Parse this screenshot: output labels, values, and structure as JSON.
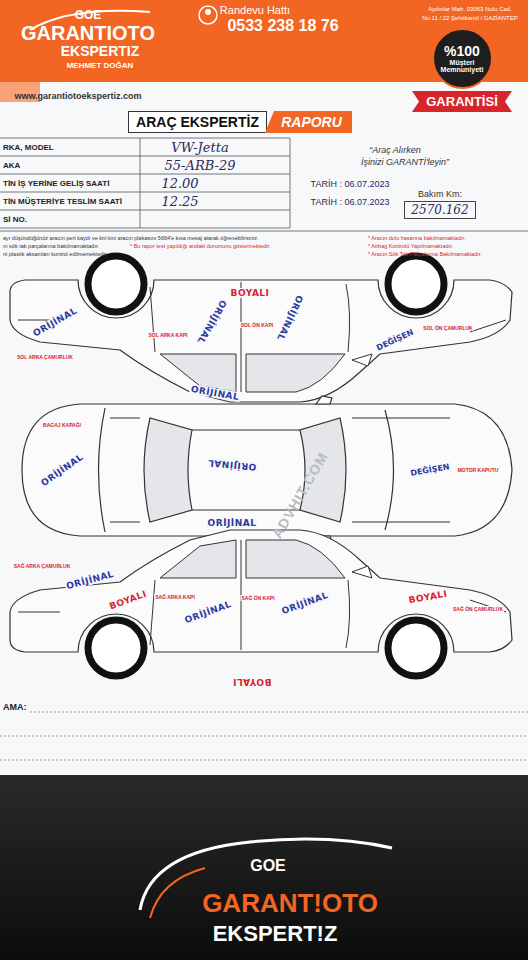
{
  "diagram": {
    "nodes": [
      {
        "text": [
          "%100",
          "Müşteri Memnuniyeti"
        ]
      },
      {
        "text": [
          "GARANTİSİ"
        ]
      },
      {
        "text": [
          "ARAÇ EKSPERTİZ"
        ]
      },
      {
        "text": [
          "RAPORU"
        ]
      },
      {
        "text": [
          "Bakım Km:",
          "2570.162"
        ]
      }
    ],
    "labels": [
      "GOE",
      "GARANTIOTO",
      "EKSPERTIZ",
      "MEHMET DOĞAN",
      "Randevu Hattı",
      "0533 238 18 76",
      "Aydınlar Mah. 03063 Nolu Cad.",
      "No:11 / 22 Şehitkamil / GAZİANTEP",
      "www.garantiotoekspertiz.com",
      "“Araç Alırken",
      "İşinizi GARANTİ'leyin”",
      "RKA, MODEL",
      "AKA",
      "TİN İŞ YERİNE GELİŞ SAATİ",
      "TİN MÜŞTERİYE TESLİM SAATİ",
      "Sİ NO.",
      "VW-Jetta",
      "55-ARB-29",
      "12.00",
      "12.25",
      "TARİH : 06.07.2023",
      "TARİH : 06.07.2023",
      "ayı düşündüğünüz aracın pert kaydı ve km'sini aracın plakasını 5664'e kısa mesaj atarak öğrenebilirsiniz.",
      "* Aracın dolu hasarına bakılmamaktadır.",
      "ın sök tak parçalarına bakılmamaktadır.",
      "* Bu rapor test yapıldığı andaki durumunu göstermektedir.",
      "* Airbag Kontrolü Yapılmamaktadır.",
      "ni plastik aksamları kontrol edilmemektedir.",
      "* Aracın Sök Tak Parçalarına Bakılmamaktadır.",
      "BOYALI",
      "SOL ARKA ÇAMURLUK",
      "ORİJİNAL",
      "SOL ARKA KAPI",
      "ORİJİNAL",
      "SOL ÖN KAPI",
      "ORİJİNAL",
      "SOL ÖN ÇAMURLUK",
      "DEĞİŞEN",
      "BAGAJ KAPAĞI",
      "ORİJİNAL",
      "ORİJİNAL",
      "ORİJİNAL",
      "MOTOR KAPUTU",
      "DEĞİŞEN",
      "ORİJİNAL",
      "SAĞ ARKA ÇAMURLUK",
      "ORİJİNAL",
      "BOYALI",
      "SAĞ ARKA KAPI",
      "ORİJİNAL",
      "SAĞ ÖN KAPI",
      "ORİJİNAL",
      "BOYALI",
      "SAĞ ÖN ÇAMURLUK",
      "BOYALI",
      "ADVHIT.COM",
      "AMA:",
      "GOE",
      "GARANT!OTO",
      "EKSPERT!Z"
    ]
  }
}
